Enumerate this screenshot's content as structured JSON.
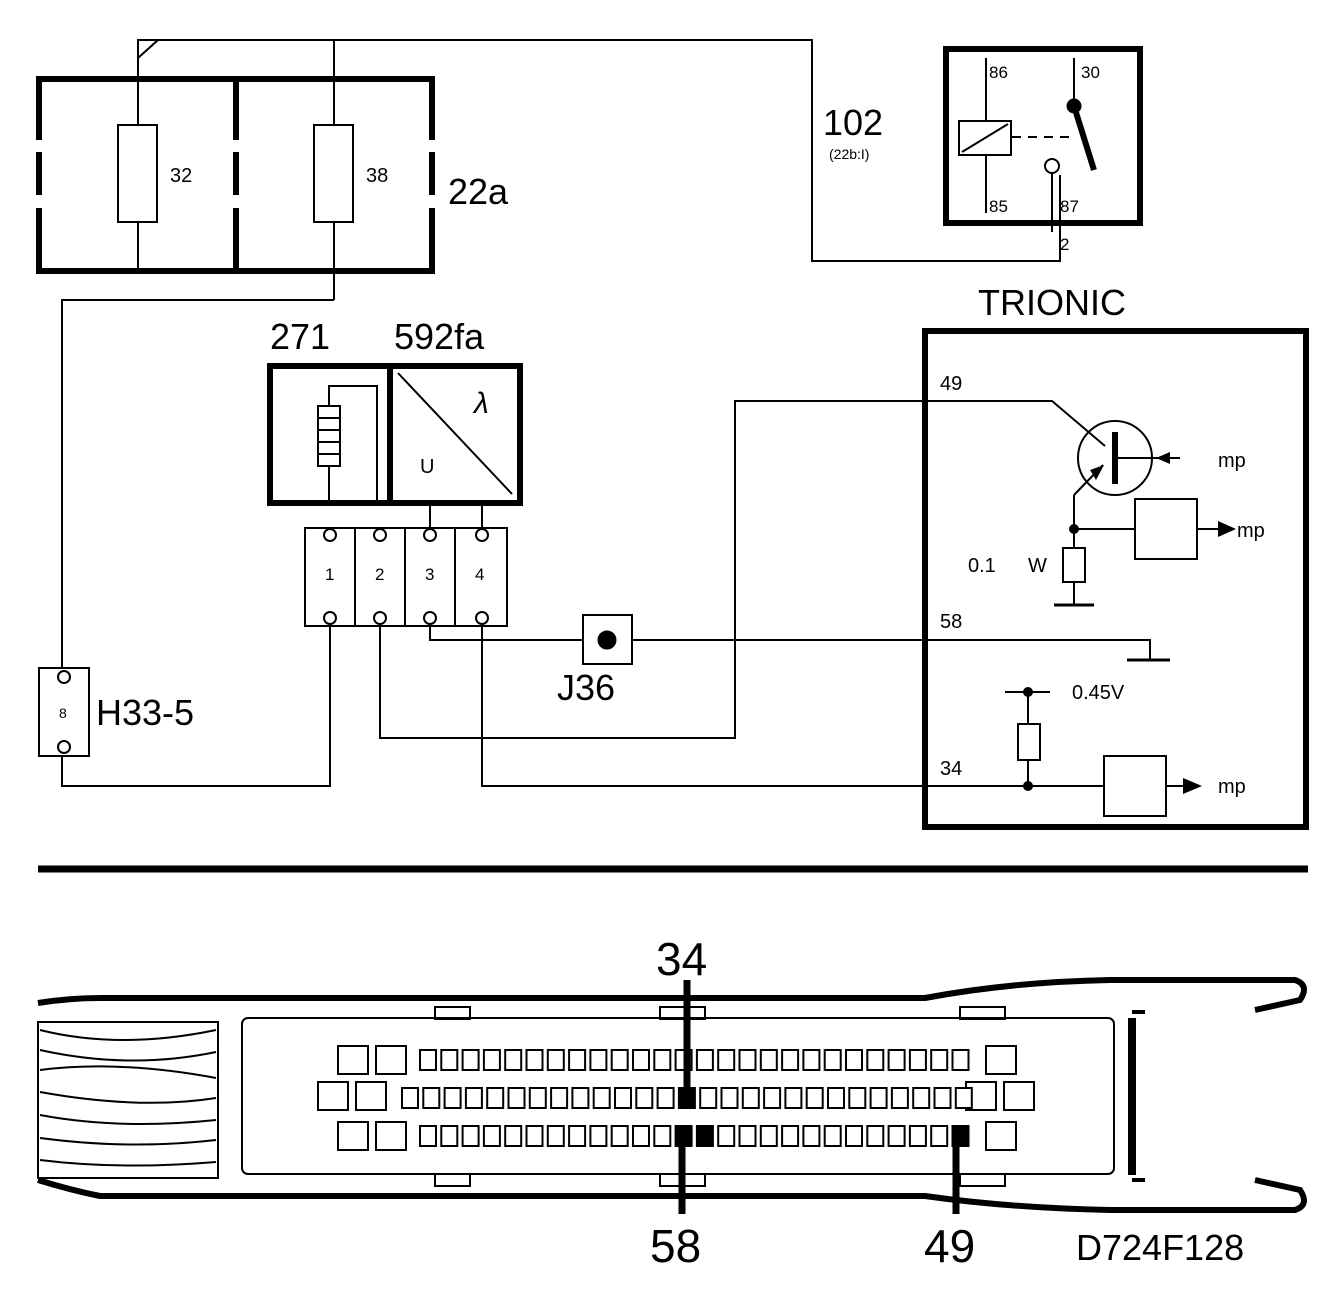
{
  "fuse_box": {
    "label": "22a",
    "fuses": [
      {
        "number": "32"
      },
      {
        "number": "38"
      }
    ]
  },
  "relay": {
    "wire_label": "102",
    "wire_sublabel": "(22b:I)",
    "terminals": {
      "t86": "86",
      "t30": "30",
      "t85": "85",
      "t87": "87"
    },
    "pin_label": "2"
  },
  "sensor": {
    "heater_label": "271",
    "sensor_label": "592fa",
    "lambda_symbol": "λ",
    "voltage_symbol": "U",
    "connector_pins": [
      "1",
      "2",
      "3",
      "4"
    ]
  },
  "connector_h33": {
    "label": "H33-5",
    "pin": "8"
  },
  "junction": {
    "label": "J36"
  },
  "ecu": {
    "title": "TRIONIC",
    "pins": {
      "p49": "49",
      "p58": "58",
      "p34": "34"
    },
    "resistor_value": "0.1",
    "resistor_unit": "W",
    "bias_voltage": "0.45V",
    "output_label": "mp"
  },
  "ecu_connector": {
    "highlight_top": "34",
    "highlight_bottom_left": "58",
    "highlight_bottom_right": "49",
    "reference": "D724F128"
  }
}
